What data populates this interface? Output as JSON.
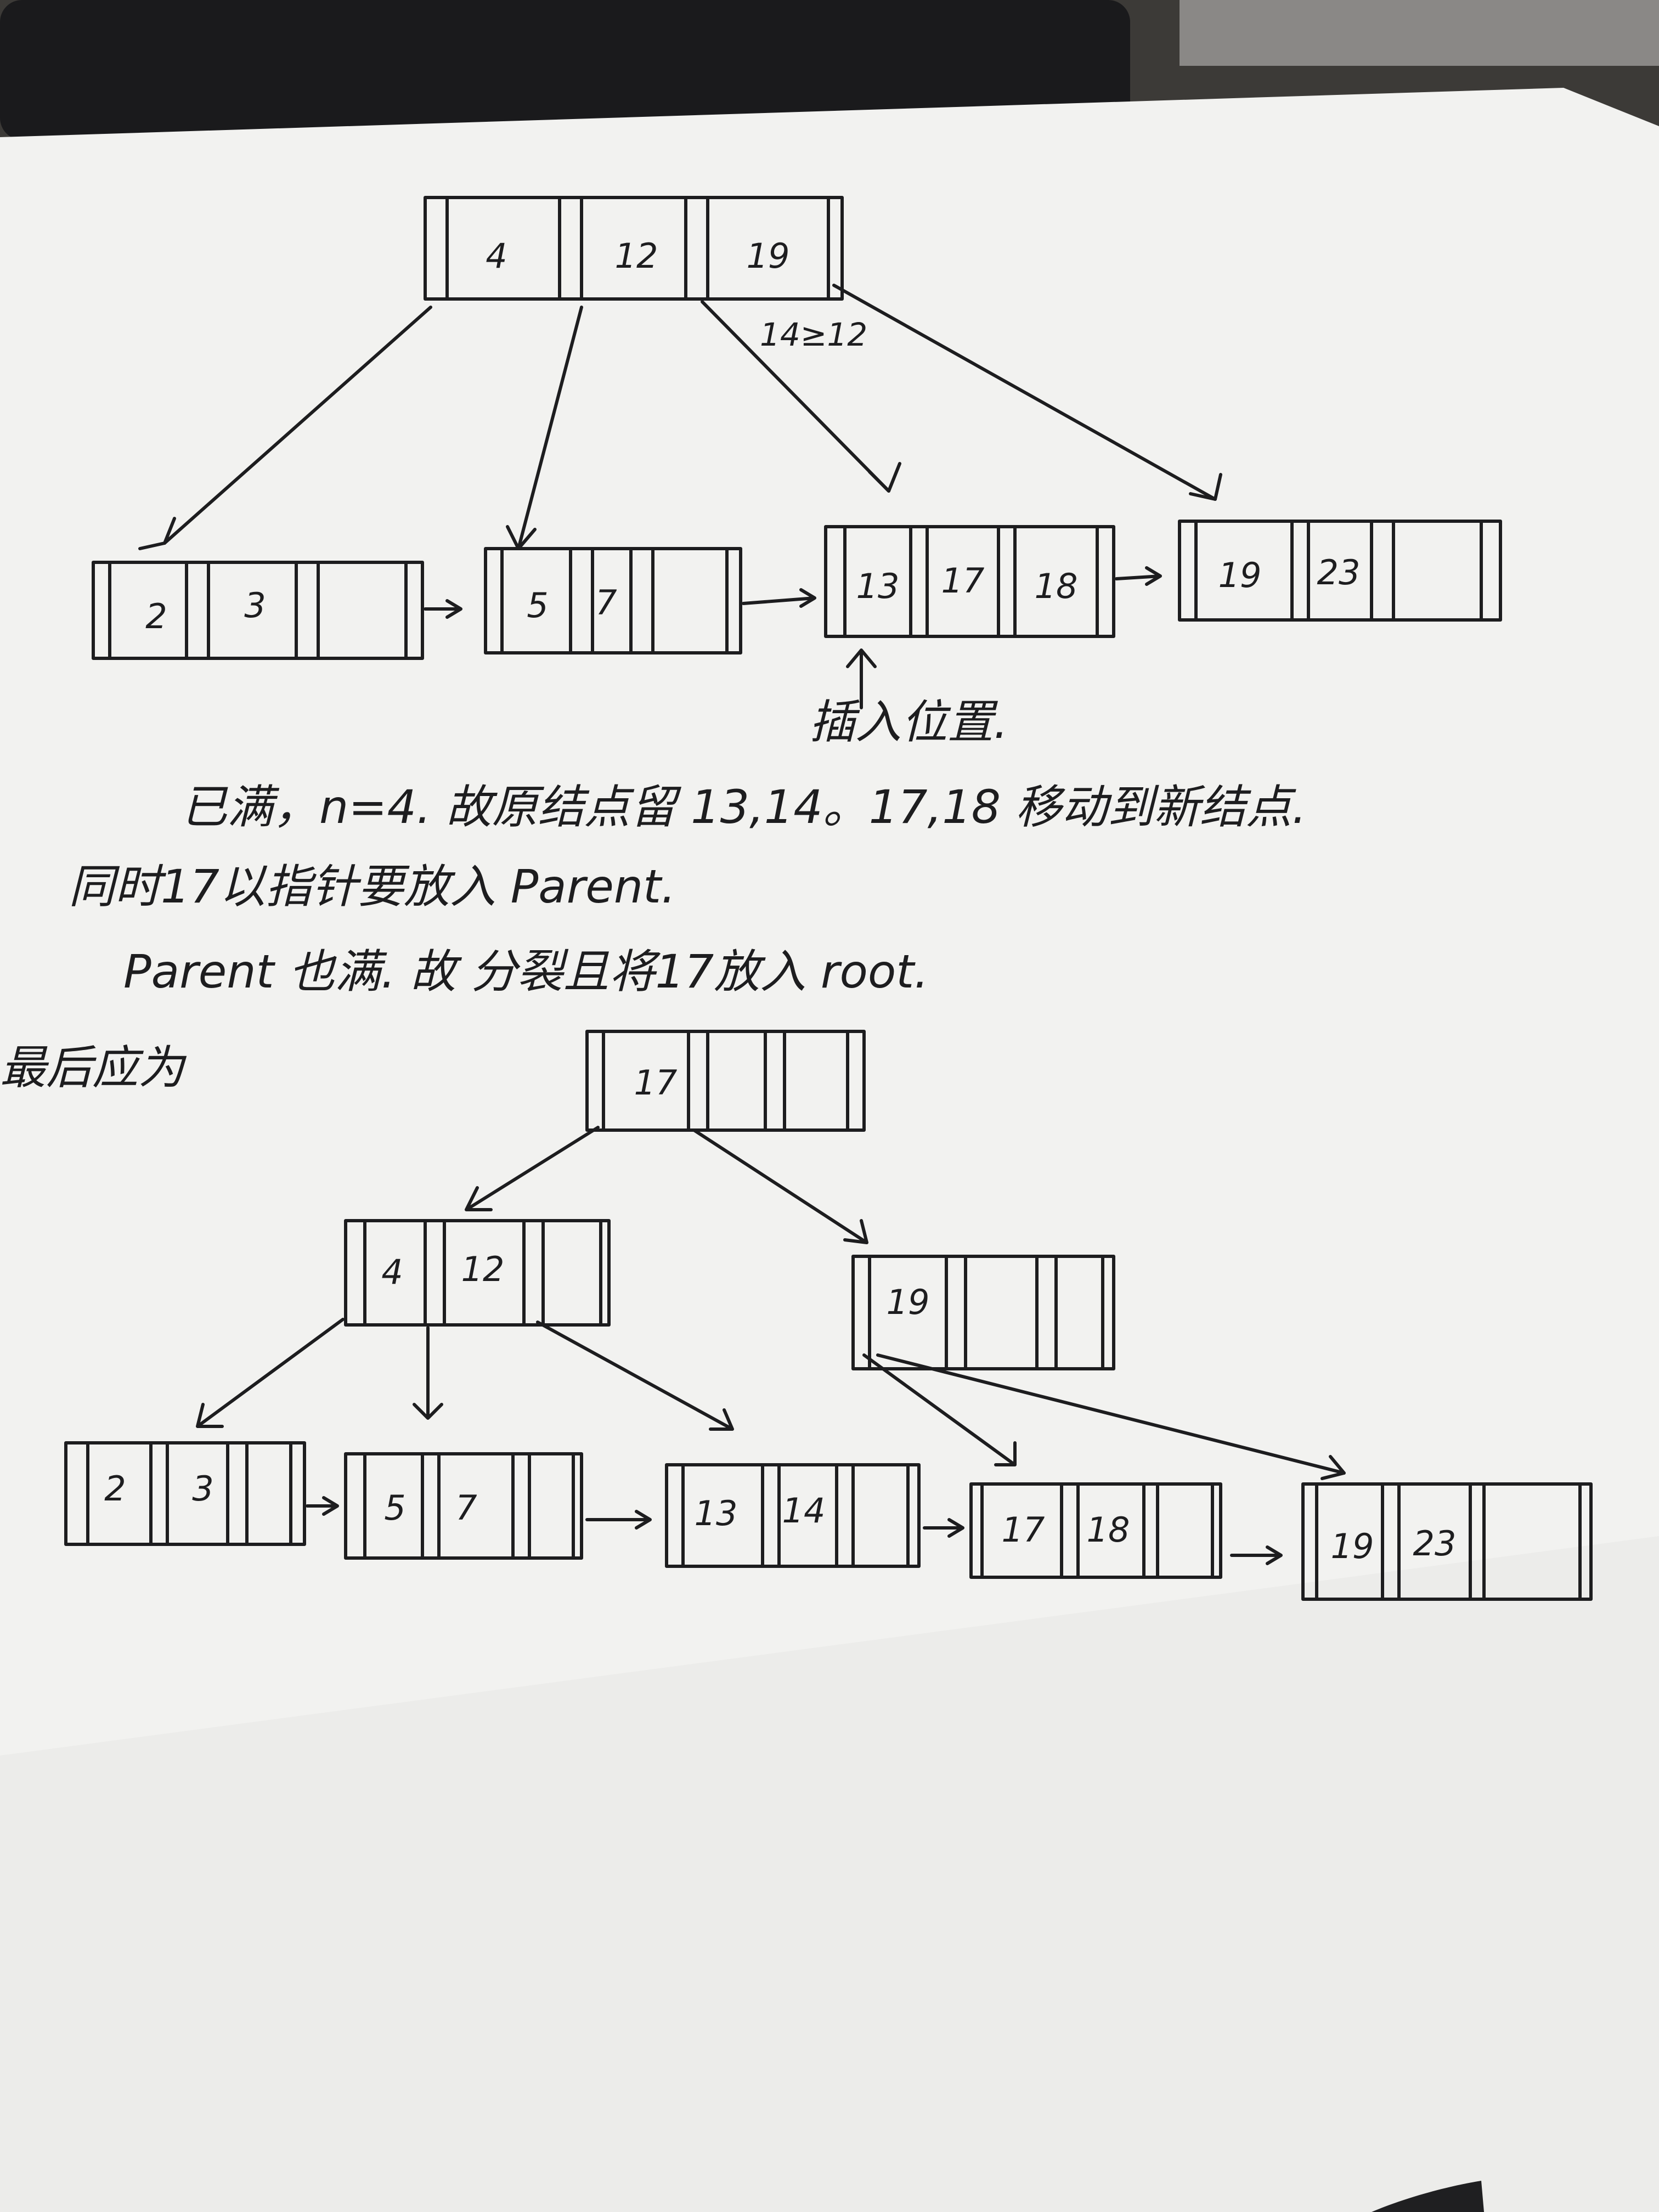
{
  "top_tree": {
    "root": {
      "keys": [
        "4",
        "12",
        "19"
      ]
    },
    "comparison_label": "14≥12",
    "leaves": [
      {
        "keys": [
          "2",
          "3"
        ]
      },
      {
        "keys": [
          "5",
          "7"
        ]
      },
      {
        "keys": [
          "13",
          "17",
          "18"
        ]
      },
      {
        "keys": [
          "19",
          "23"
        ]
      }
    ],
    "insert_label": "插入位置."
  },
  "notes": {
    "line1": "已满，n=4. 故原结点留 13,14。17,18 移动到新结点.",
    "line2": "同时17以指针要放入 Parent.",
    "line3": "Parent 也满. 故 分裂且将17放入 root.",
    "final_label": "最后应为"
  },
  "bottom_tree": {
    "root": {
      "keys": [
        "17"
      ]
    },
    "internal": [
      {
        "keys": [
          "4",
          "12"
        ]
      },
      {
        "keys": [
          "19"
        ]
      }
    ],
    "leaves": [
      {
        "keys": [
          "2",
          "3"
        ]
      },
      {
        "keys": [
          "5",
          "7"
        ]
      },
      {
        "keys": [
          "13",
          "14"
        ]
      },
      {
        "keys": [
          "17",
          "18"
        ]
      },
      {
        "keys": [
          "19",
          "23"
        ]
      }
    ]
  },
  "colors": {
    "ink": "#1d1d1f",
    "paper": "#f4f4f2",
    "desk": "#3c3a37"
  }
}
